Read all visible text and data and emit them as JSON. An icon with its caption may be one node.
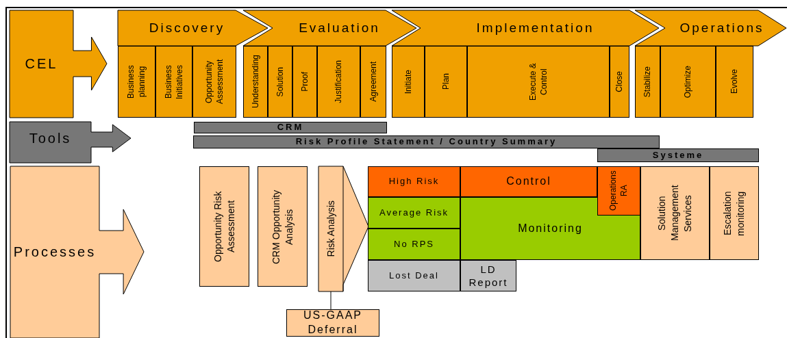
{
  "diagram": {
    "nodes": [
      {
        "text": [
          "CEL"
        ]
      },
      {
        "text": [
          "Discovery"
        ]
      },
      {
        "text": [
          "Business planning"
        ]
      },
      {
        "text": [
          "Business Initiatives"
        ]
      },
      {
        "text": [
          "Opportunity Assessment"
        ]
      },
      {
        "text": [
          "Evaluation"
        ]
      },
      {
        "text": [
          "Understanding"
        ]
      },
      {
        "text": [
          "Solution"
        ]
      },
      {
        "text": [
          "Proof"
        ]
      },
      {
        "text": [
          "Justification"
        ]
      },
      {
        "text": [
          "Agreement"
        ]
      },
      {
        "text": [
          "Implementation"
        ]
      },
      {
        "text": [
          "Initiate"
        ]
      },
      {
        "text": [
          "Plan"
        ]
      },
      {
        "text": [
          "Execute & Control"
        ]
      },
      {
        "text": [
          "Close"
        ]
      },
      {
        "text": [
          "Operations"
        ]
      },
      {
        "text": [
          "Stabilize"
        ]
      },
      {
        "text": [
          "Optimize"
        ]
      },
      {
        "text": [
          "Evolve"
        ]
      },
      {
        "text": [
          "Tools"
        ]
      },
      {
        "text": [
          "CRM"
        ]
      },
      {
        "text": [
          "Risk Profile Statement / Country Summary"
        ]
      },
      {
        "text": [
          "Systeme"
        ]
      },
      {
        "text": [
          "Processes"
        ]
      },
      {
        "text": [
          "Opportunity Risk Assessment"
        ]
      },
      {
        "text": [
          "CRM Opportunity Analysis"
        ]
      },
      {
        "text": [
          "Risk Analysis"
        ]
      },
      {
        "text": [
          "High Risk"
        ]
      },
      {
        "text": [
          "Control"
        ]
      },
      {
        "text": [
          "Operations RA"
        ]
      },
      {
        "text": [
          "Solution Management Services"
        ]
      },
      {
        "text": [
          "Escalation monitoring"
        ]
      },
      {
        "text": [
          "Average Risk"
        ]
      },
      {
        "text": [
          "Monitoring"
        ]
      },
      {
        "text": [
          "No RPS"
        ]
      },
      {
        "text": [
          "Lost Deal"
        ]
      },
      {
        "text": [
          "LD Report"
        ]
      },
      {
        "text": [
          "US-GAAP Deferral"
        ]
      }
    ],
    "edges": [
      {
        "from": 27,
        "to": 38,
        "arrow": "none"
      }
    ]
  }
}
